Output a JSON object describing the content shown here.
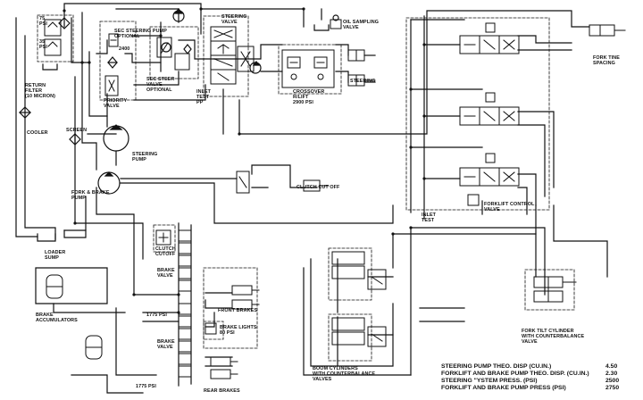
{
  "labels": {
    "psi_75": "75\nPSI",
    "psi_35": "35\nPSI",
    "return_filter": "RETURN\nFILTER\n(10 MICRON)",
    "cooler": "COOLER",
    "screen": "SCREEN",
    "loader_sump": "LOADER\nSUMP",
    "sec_steering_pump": "SEC STEERING PUMP\nOPTIONAL",
    "psi_2400": "2400",
    "sec_steer_valve": "SEC STEER\nVALVE\nOPTIONAL",
    "priority_valve": "PRIORITY\nVALVE",
    "steering_pump": "STEERING\nPUMP",
    "fork_brake_pump": "FORK & BRAKE\nPUMP",
    "steering_valve": "STEERING\nVALVE",
    "inlet_test_pp": "INLET\nTEST\nPP",
    "oil_sampling_valve": "OIL SAMPLING\nVALVE",
    "crossover": "CROSSOVER\nR/LIFT\n2900 PSI",
    "steering": "STEERING",
    "clutch_cut_off": "CLUTCH CUT OFF",
    "fork_tine_spacing": "FORK TINE\nSPACING",
    "forklift_control_valve": "FORKLIFT CONTROL\nVALVE",
    "inlet_test": "INLET\nTEST",
    "clutch_cutoff": "CLUTCH\nCUTOFF",
    "brake_valve_1": "BRAKE\nVALVE",
    "brake_valve_2": "BRAKE\nVALVE",
    "psi_1775_a": "1775 PSI",
    "psi_1775_b": "1775 PSI",
    "front_brakes": "FRONT BRAKES",
    "brake_lights": "BRAKE LIGHTS\n80 PSI",
    "rear_brakes": "REAR BRAKES",
    "brake_accumulators": "BRAKE\nACCUMULATORS",
    "boom_cylinders": "BOOM CYLINDERS\nWITH COUNTERBALANCE\nVALVES",
    "fork_tilt_cylinder": "FORK TILT CYLINDER\nWITH COUNTERBALANCE\nVALVE"
  },
  "specs": [
    {
      "name": "STEERING PUMP THEO. DISP (CU.IN.)",
      "value": "4.50"
    },
    {
      "name": "FORKLIFT AND BRAKE PUMP THEO. DISP. (CU.IN.)",
      "value": "2.30"
    },
    {
      "name": "STEERING \"YSTEM PRESS. (PSI)",
      "value": "2500"
    },
    {
      "name": "FORKLIFT AND BRAKE PUMP PRESS (PSI)",
      "value": "2750"
    }
  ]
}
